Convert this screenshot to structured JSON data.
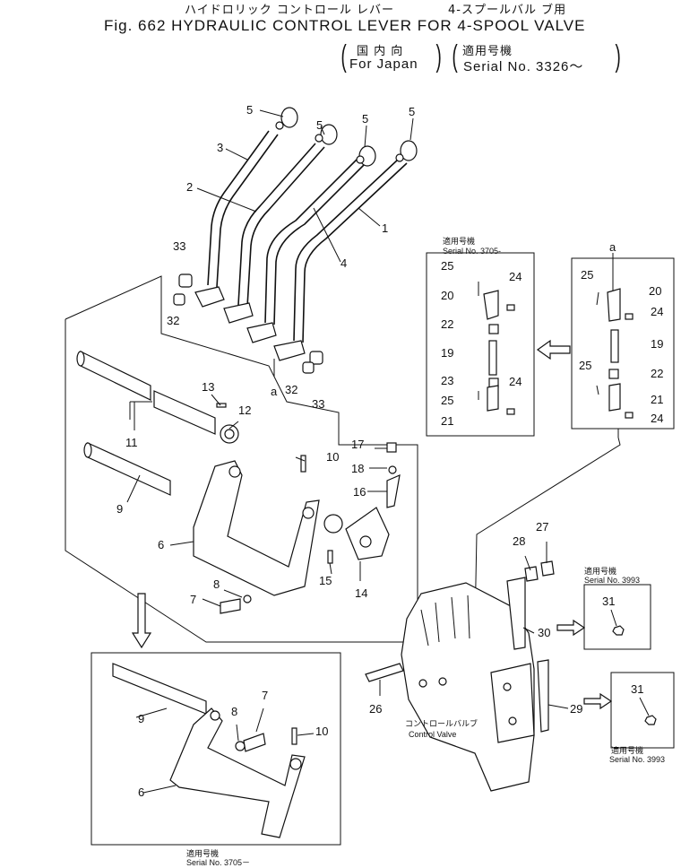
{
  "header": {
    "jp_title": "ハイドロリック コントロール レバー",
    "jp_subtitle": "4-スプールバル ブ用",
    "title": "Fig. 662 HYDRAULIC CONTROL LEVER FOR 4-SPOOL VALVE",
    "region_jp": "国 内 向",
    "region_en": "For Japan",
    "serial_jp": "適用号機",
    "serial_en": "Serial No. 3326～"
  },
  "callouts": {
    "n1": "1",
    "n2": "2",
    "n3": "3",
    "n4": "4",
    "n5": "5",
    "n6": "6",
    "n7": "7",
    "n8": "8",
    "n9": "9",
    "n10": "10",
    "n11": "11",
    "n12": "12",
    "n13": "13",
    "n14": "14",
    "n15": "15",
    "n16": "16",
    "n17": "17",
    "n18": "18",
    "n19": "19",
    "n20": "20",
    "n21": "21",
    "n22": "22",
    "n23": "23",
    "n24": "24",
    "n25": "25",
    "n26": "26",
    "n27": "27",
    "n28": "28",
    "n29": "29",
    "n30": "30",
    "n31": "31",
    "n32": "32",
    "n33": "33",
    "a": "a"
  },
  "insets": {
    "serial_jp": "適用号機",
    "serial_3705": "Serial No. 3705-",
    "serial_3993": "Serial No. 3993",
    "serial_3705_bottom": "Serial No. 3705－",
    "control_valve_jp": "コントロールバルブ",
    "control_valve_en": "Control Valve"
  }
}
